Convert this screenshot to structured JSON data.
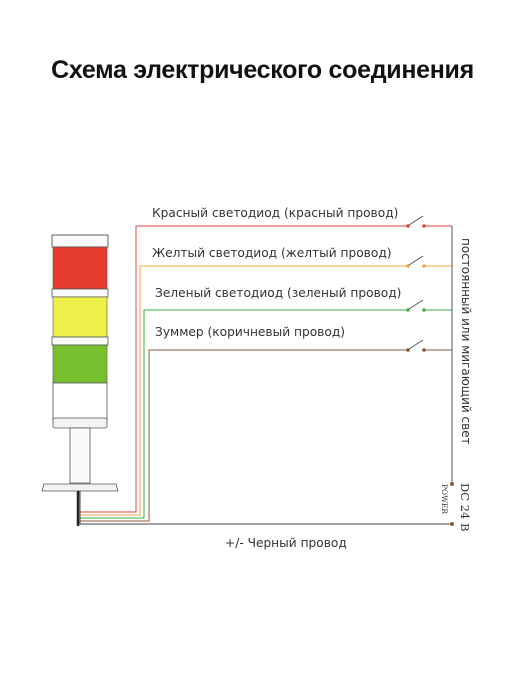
{
  "title": "Схема электрического соединения",
  "wires": [
    {
      "label": "Красный светодиод (красный провод)",
      "color": "#e0453d"
    },
    {
      "label": "Желтый светодиод (желтый провод)",
      "color": "#f0a540"
    },
    {
      "label": "Зеленый светодиод (зеленый провод)",
      "color": "#3fae4b"
    },
    {
      "label": "Зуммер (коричневый провод)",
      "color": "#8b5a3a"
    }
  ],
  "common_wire": {
    "label": "+/- Черный провод",
    "color": "#444444"
  },
  "light_mode": "постоянный или мигающий свет",
  "power": {
    "voltage": "DC 24 B",
    "label": "POWER"
  },
  "lamp_colors": {
    "red": "#e53a30",
    "yellow": "#eef04a",
    "green": "#77bf2d",
    "bottom": "#ffffff"
  }
}
